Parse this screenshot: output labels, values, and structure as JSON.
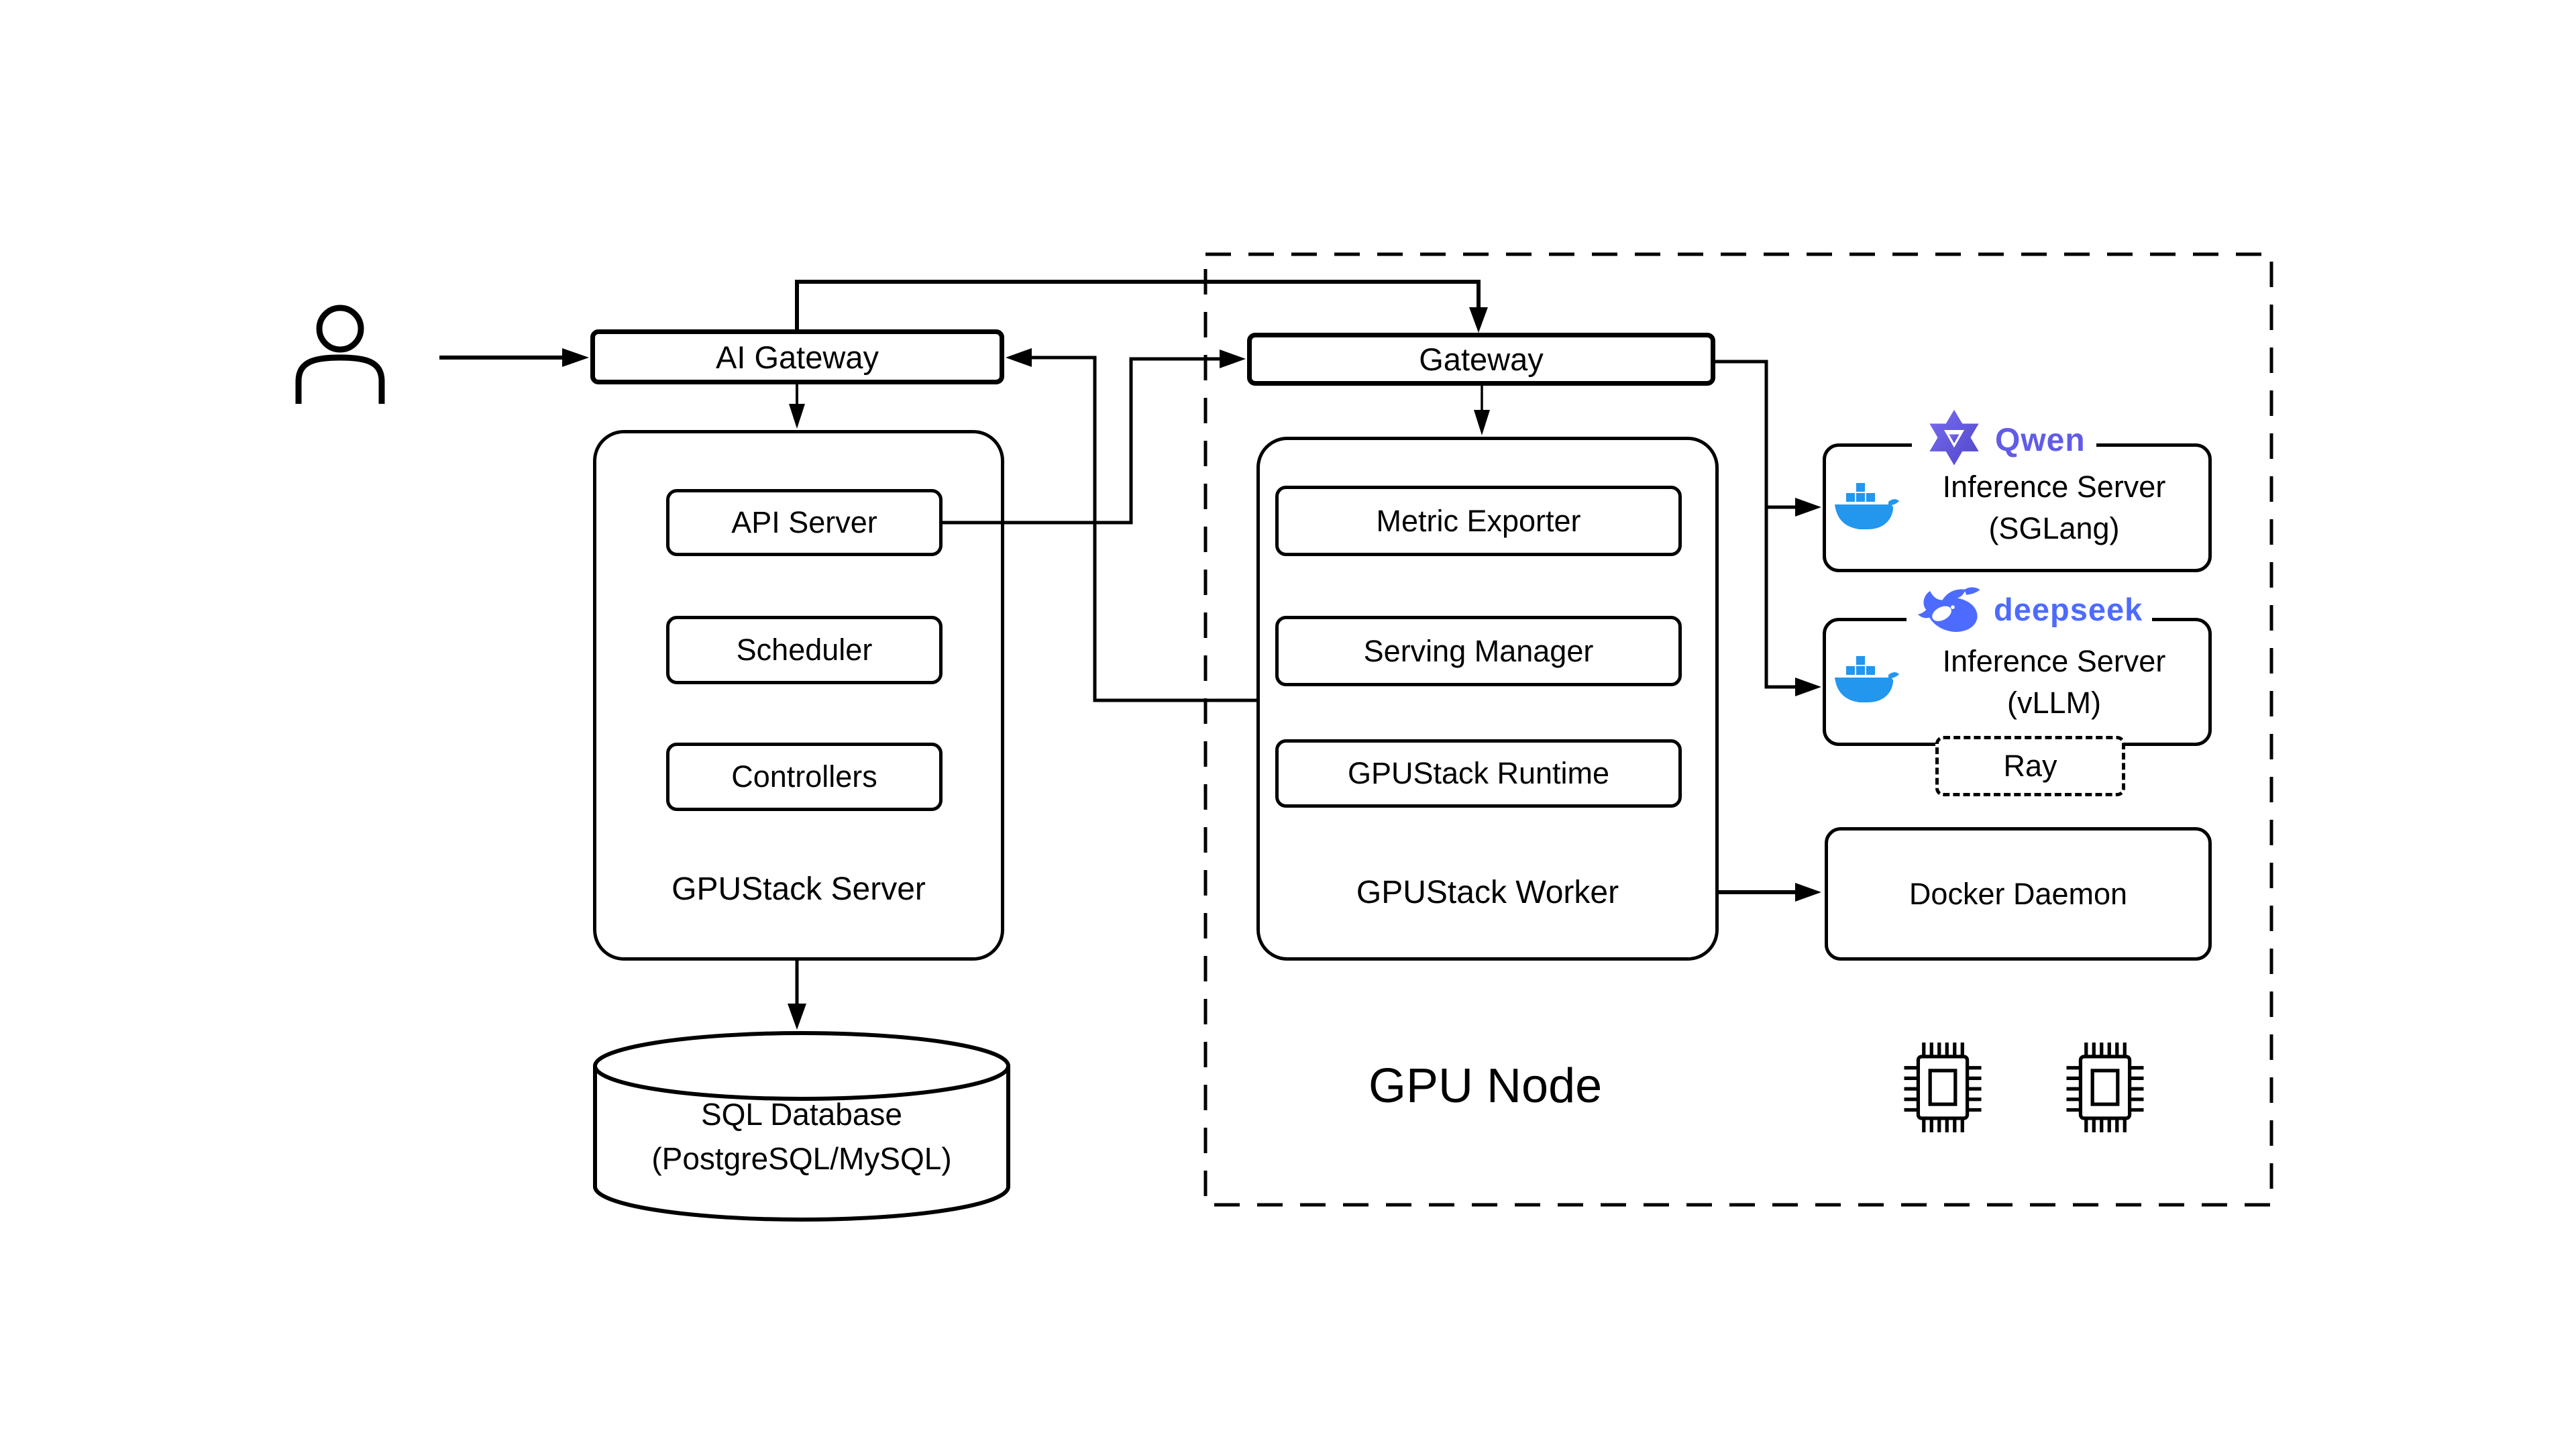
{
  "nodes": {
    "user": {
      "icon": "user"
    },
    "ai_gateway": {
      "label": "AI Gateway"
    },
    "gpustack_server": {
      "label": "GPUStack Server",
      "components": [
        {
          "label": "API Server"
        },
        {
          "label": "Scheduler"
        },
        {
          "label": "Controllers"
        }
      ]
    },
    "sql_database": {
      "label_line1": "SQL Database",
      "label_line2": "(PostgreSQL/MySQL)"
    },
    "gpu_node": {
      "label": "GPU Node"
    },
    "gateway": {
      "label": "Gateway"
    },
    "gpustack_worker": {
      "label": "GPUStack Worker",
      "components": [
        {
          "label": "Metric Exporter"
        },
        {
          "label": "Serving Manager"
        },
        {
          "label": "GPUStack Runtime"
        }
      ]
    },
    "inference_server_sglang": {
      "brand": "Qwen",
      "label_line1": "Inference Server",
      "label_line2": "(SGLang)"
    },
    "inference_server_vllm": {
      "brand": "deepseek",
      "label_line1": "Inference Server",
      "label_line2": "(vLLM)",
      "overlay": "Ray"
    },
    "docker_daemon": {
      "label": "Docker Daemon"
    }
  },
  "colors": {
    "qwen_purple": "#615CE5",
    "qwen_purple_dark": "#4F46C8",
    "deepseek_blue": "#4D6BFE",
    "docker_blue": "#2396ED",
    "line_black": "#000000",
    "background": "#FFFFFF"
  }
}
